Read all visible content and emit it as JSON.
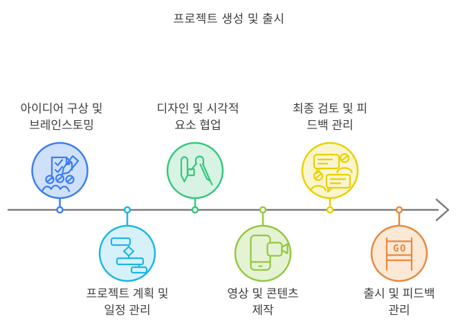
{
  "title": "프로젝트 생성 및 출시",
  "colors": {
    "timeline_line": "#7a7a7a",
    "label_text": "#3d3d3d",
    "background": "#ffffff",
    "node_fill": "#ffffff"
  },
  "timeline": {
    "direction": "left-to-right",
    "milestones": [
      {
        "id": "ideation",
        "label_line1": "아이디어 구상 및",
        "label_line2": "브레인스토밍",
        "icon": "checklist-team-icon",
        "side": "above",
        "color": "#3b7df0",
        "fill": "#cfe0fb"
      },
      {
        "id": "planning",
        "label_line1": "프로젝트 계획 및",
        "label_line2": "일정 관리",
        "icon": "gantt-chart-icon",
        "side": "below",
        "color": "#1cb5e6",
        "fill": "#d7f1fa"
      },
      {
        "id": "design",
        "label_line1": "디자인 및 시각적",
        "label_line2": "요소 협업",
        "icon": "drafting-compass-icon",
        "side": "above",
        "color": "#34c77b",
        "fill": "#d8f3e4"
      },
      {
        "id": "production",
        "label_line1": "영상 및 콘텐츠",
        "label_line2": "제작",
        "icon": "mobile-video-icon",
        "side": "below",
        "color": "#92c83f",
        "fill": "#e6f2d4"
      },
      {
        "id": "review",
        "label_line1": "최종 검토 및 피",
        "label_line2": "드백 관리",
        "icon": "feedback-chat-icon",
        "side": "above",
        "color": "#e8d000",
        "fill": "#faf5cf"
      },
      {
        "id": "launch",
        "label_line1": "출시 및 피드백",
        "label_line2": "관리",
        "icon": "go-sign-icon",
        "side": "below",
        "color": "#e8883c",
        "fill": "#fbe9d6",
        "icon_text": "GO"
      }
    ]
  }
}
